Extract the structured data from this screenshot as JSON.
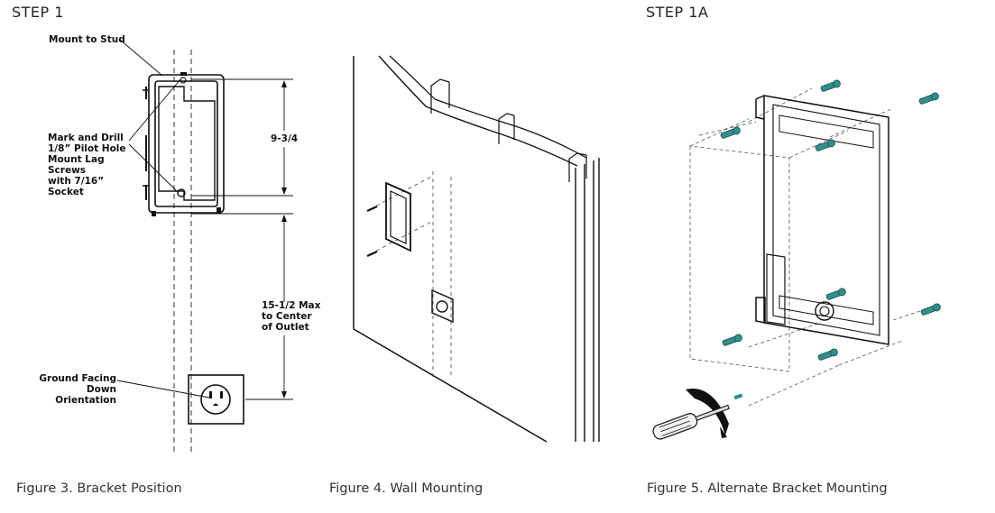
{
  "steps": {
    "step1": "STEP 1",
    "step1a": "STEP 1A"
  },
  "figure3": {
    "caption": "Figure 3. Bracket Position",
    "mount_to_stud": "Mount to Stud",
    "drill_lines": [
      "Mark and Drill",
      "1/8” Pilot Hole",
      "Mount Lag Screws",
      "with 7/16” Socket"
    ],
    "dim_top": "9-3/4",
    "dim_bottom_lines": [
      "15-1/2 Max",
      "to Center",
      "of Outlet"
    ],
    "ground_lines": [
      "Ground Facing Down",
      "Orientation"
    ]
  },
  "figure4": {
    "caption": "Figure 4. Wall Mounting"
  },
  "figure5": {
    "caption": "Figure 5. Alternate Bracket Mounting"
  },
  "colors": {
    "screw_teal": "#2f8f8a",
    "line": "#1a1a1a"
  }
}
